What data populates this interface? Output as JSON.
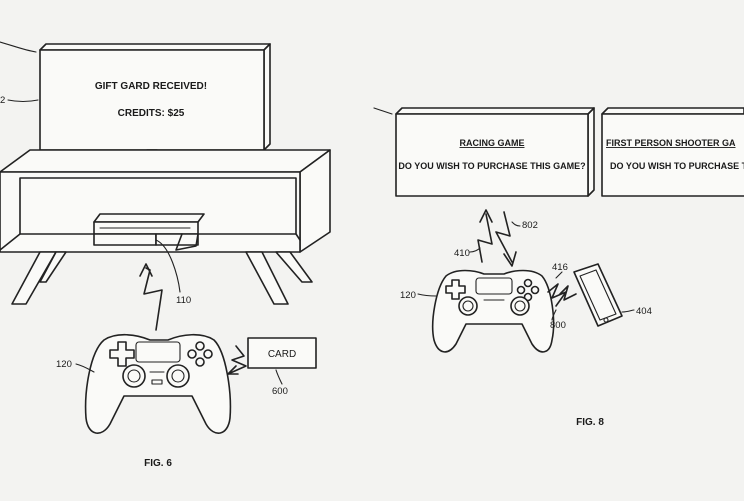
{
  "fig6": {
    "tv_line1": "GIFT GARD RECEIVED!",
    "tv_line2": "CREDITS: $25",
    "card_label": "CARD",
    "ref_tv": "2",
    "ref_console": "110",
    "ref_controller": "120",
    "ref_card": "600",
    "caption": "FIG. 6"
  },
  "fig8": {
    "screen1_title": "RACING GAME",
    "screen1_question": "DO YOU WISH TO PURCHASE THIS GAME?",
    "screen2_title": "FIRST PERSON SHOOTER GA",
    "screen2_question": "DO YOU WISH TO PURCHASE TH",
    "ref_410": "410",
    "ref_802": "802",
    "ref_416": "416",
    "ref_controller": "120",
    "ref_800": "800",
    "ref_phone": "404",
    "caption": "FIG. 8"
  }
}
